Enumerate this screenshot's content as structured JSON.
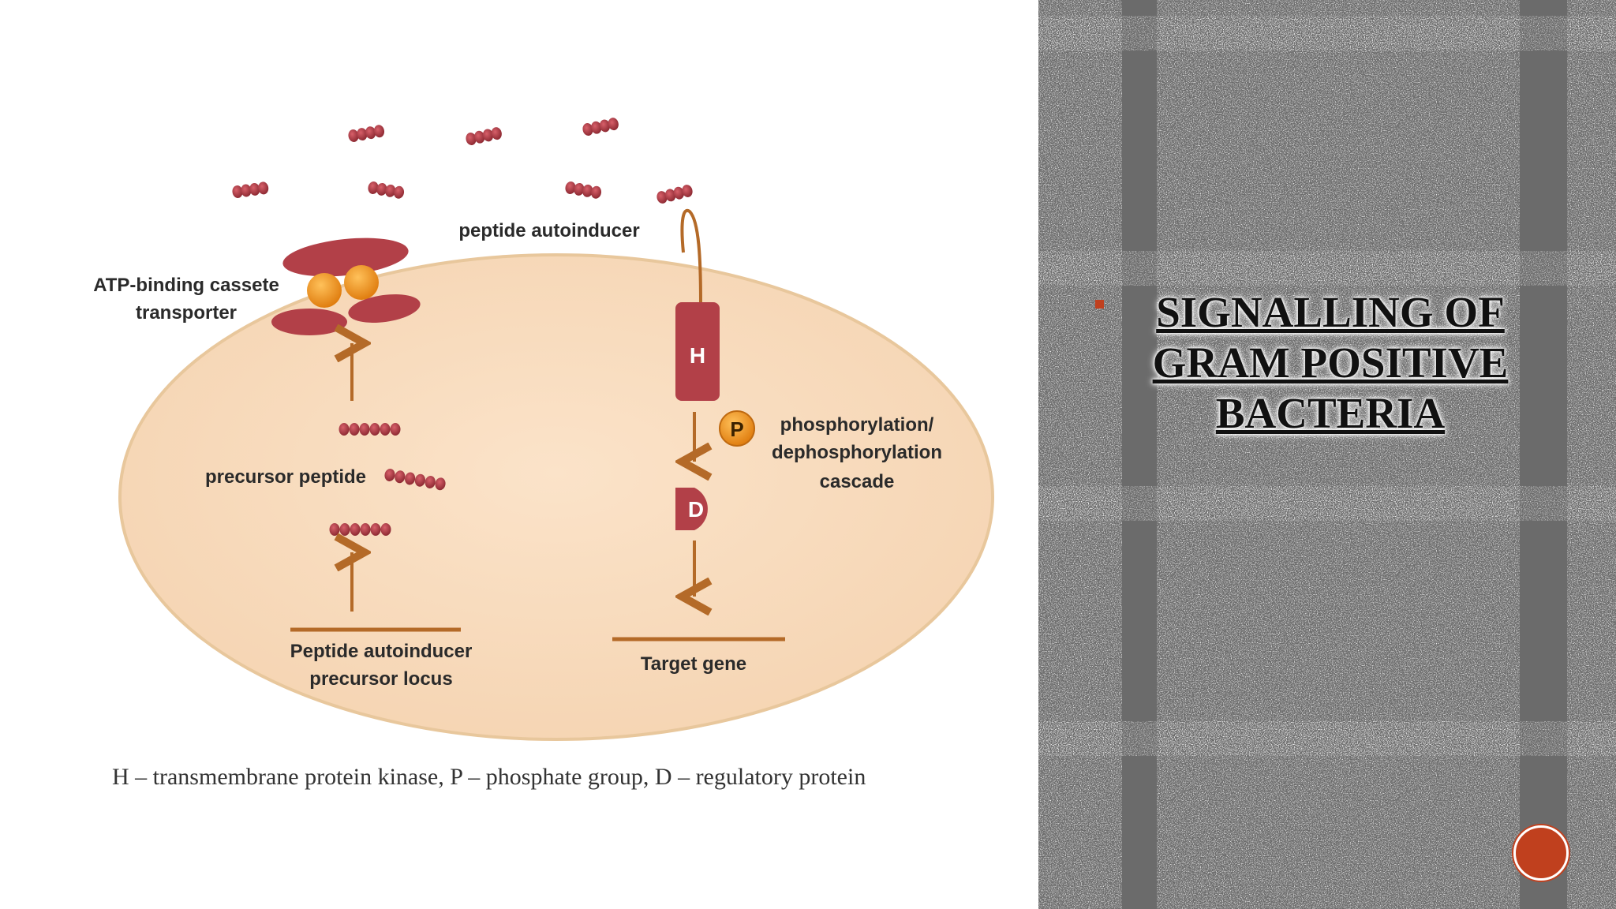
{
  "diagram": {
    "labels": {
      "peptide_autoinducer": "peptide autoinducer",
      "abc_transporter_line1": "ATP-binding cassete",
      "abc_transporter_line2": "transporter",
      "precursor_peptide": "precursor peptide",
      "locus_line1": "Peptide autoinducer",
      "locus_line2": "precursor locus",
      "cascade_line1": "phosphorylation/",
      "cascade_line2": "dephosphorylation",
      "cascade_line3": "cascade",
      "target_gene": "Target gene",
      "kinase_letter": "H",
      "phosphate_letter": "P",
      "regulator_letter": "D"
    },
    "caption": "H – transmembrane protein kinase, P – phosphate group, D – regulatory protein",
    "colors": {
      "cell_fill": "#f8dcbf",
      "cell_border": "#e8c79c",
      "peptide": "#b03a44",
      "transporter": "#b24048",
      "atp": "#f29a1e",
      "arrow": "#b46a28"
    }
  },
  "panel": {
    "title": "Signalling of Gram positive bacteria",
    "accent": "#c0401e",
    "nav_icon": "circle-button-icon"
  }
}
